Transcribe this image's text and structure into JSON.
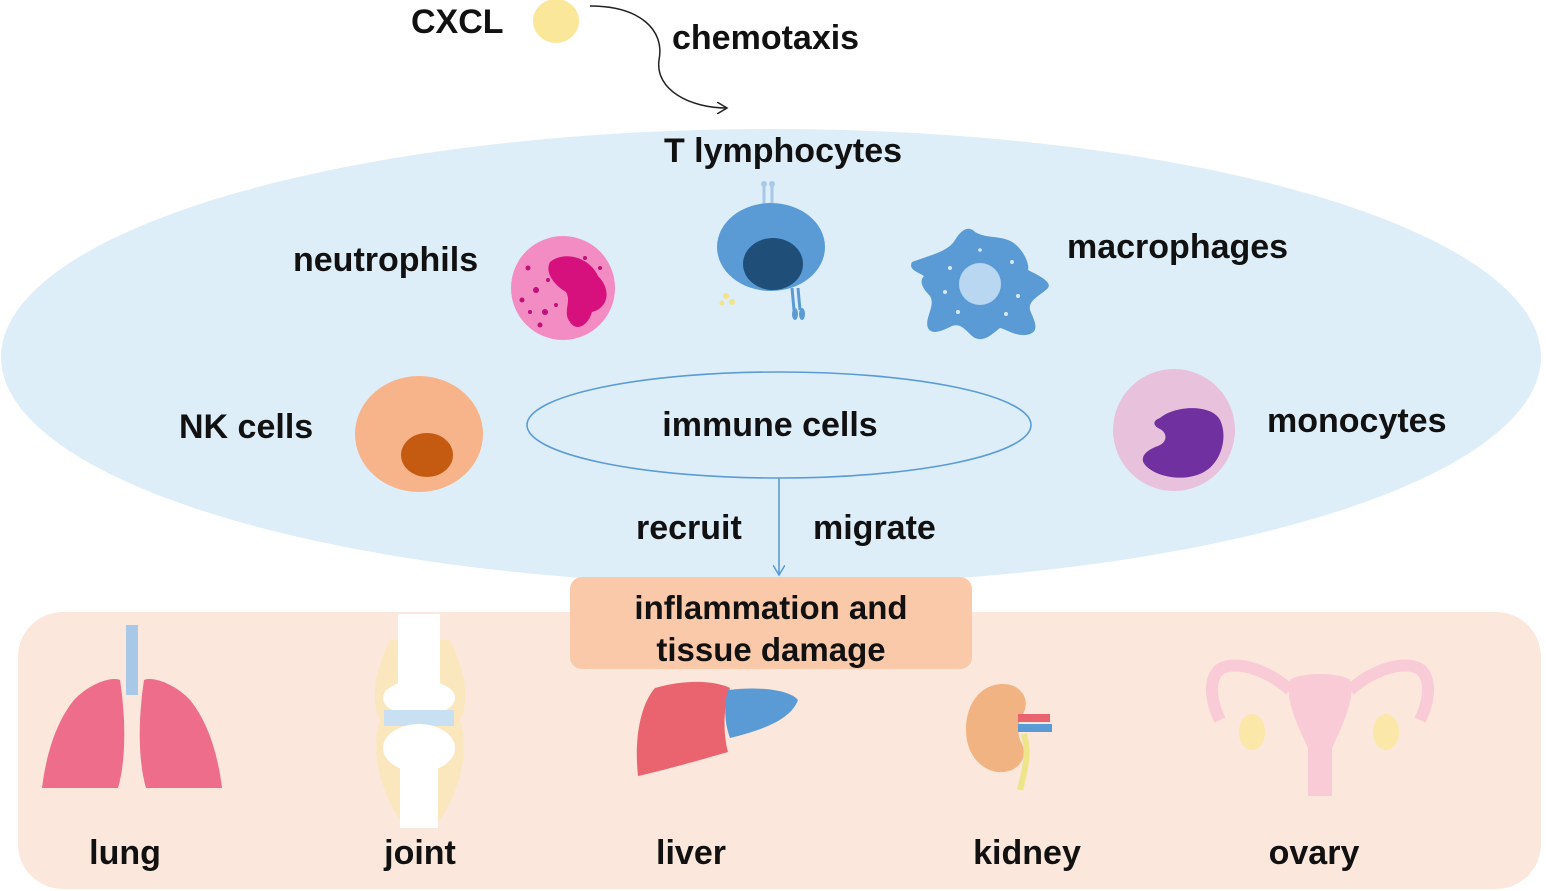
{
  "ligand": {
    "label": "CXCL",
    "process": "chemotaxis"
  },
  "immune": {
    "center_label": "immune cells",
    "cells": {
      "t_lymphocytes": "T lymphocytes",
      "neutrophils": "neutrophils",
      "macrophages": "macrophages",
      "nk_cells": "NK cells",
      "monocytes": "monocytes"
    },
    "actions": {
      "recruit": "recruit",
      "migrate": "migrate"
    }
  },
  "outcome": {
    "line1": "inflammation and",
    "line2": "tissue damage"
  },
  "organs": {
    "lung": "lung",
    "joint": "joint",
    "liver": "liver",
    "kidney": "kidney",
    "ovary": "ovary"
  },
  "colors": {
    "immune_region": "#deeef9",
    "tissue_region": "#fbe7db",
    "outcome_box": "#f9c9a9",
    "cxcl": "#fbe79a",
    "t_cell": "#5b9bd5",
    "neutrophil": "#f28cc3",
    "nk_cell": "#f7b48a",
    "monocyte": "#e8c2dc"
  }
}
